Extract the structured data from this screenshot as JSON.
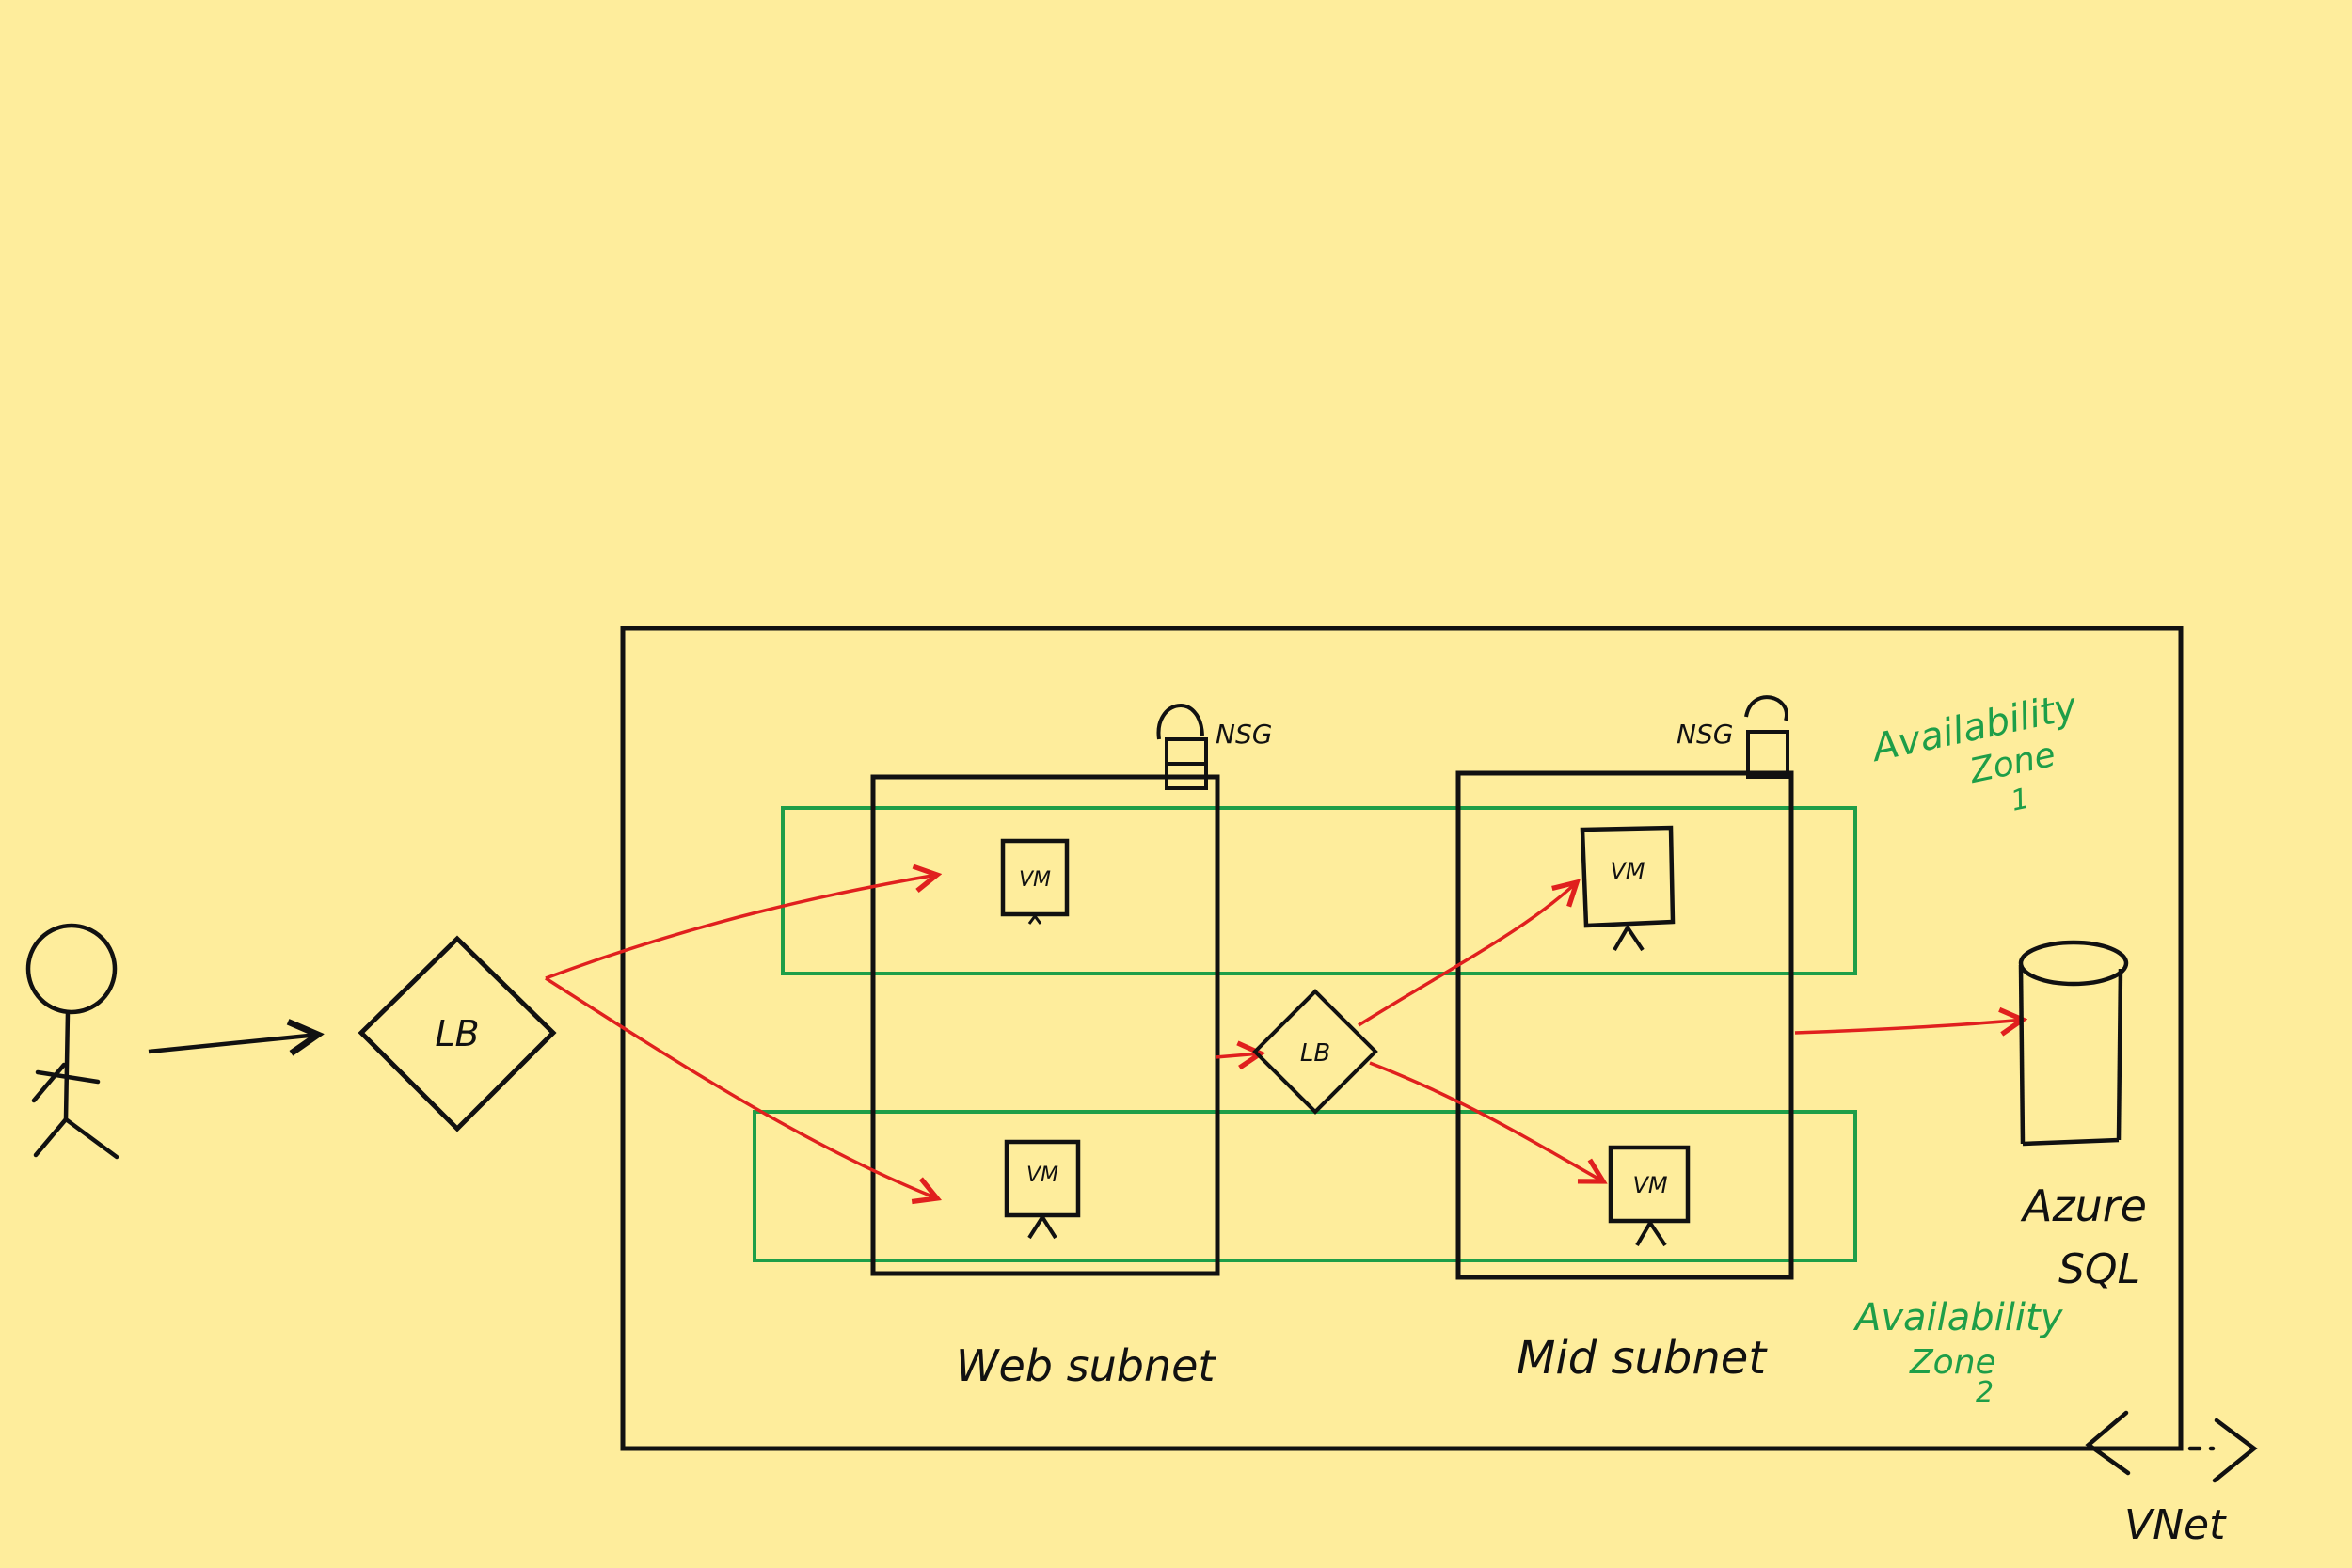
{
  "colors": {
    "background": "#feed9c",
    "ink": "#111111",
    "flow": "#e0201e",
    "zone": "#1e9e48"
  },
  "nodes": {
    "entry_lb": "LB",
    "mid_lb": "LB",
    "web_vm_top": "VM",
    "web_vm_bottom": "VM",
    "mid_vm_top": "VM",
    "mid_vm_bottom": "VM",
    "web_nsg": "NSG",
    "mid_nsg": "NSG",
    "database_line1": "Azure",
    "database_line2": "SQL"
  },
  "labels": {
    "web_subnet": "Web subnet",
    "mid_subnet": "Mid subnet",
    "vnet": "VNet",
    "zone1_line1": "Availability",
    "zone1_line2": "Zone",
    "zone1_line3": "1",
    "zone2_line1": "Availability",
    "zone2_line2": "Zone",
    "zone2_line3": "2"
  },
  "icons": {
    "user": "stick-figure-icon",
    "load_balancer": "diamond-icon",
    "vm": "monitor-icon",
    "nsg": "padlock-icon",
    "database": "cylinder-icon",
    "vnet": "double-arrow-icon"
  }
}
